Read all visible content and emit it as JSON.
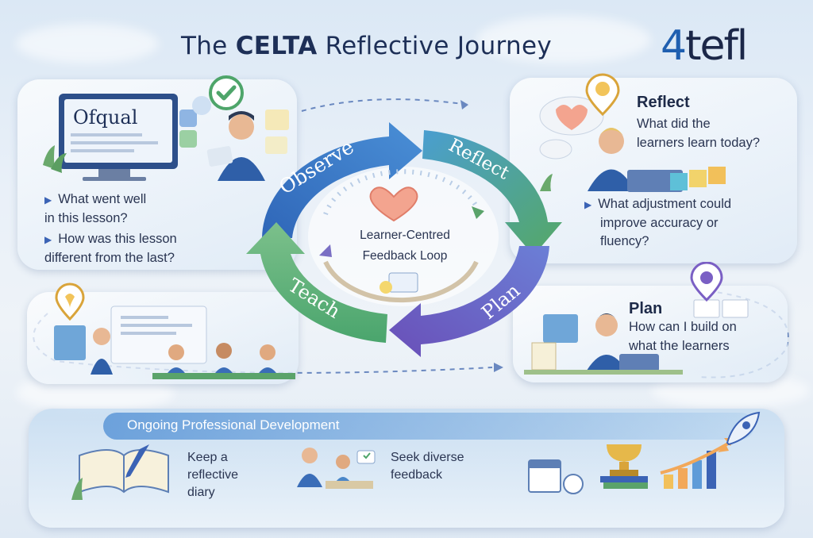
{
  "title": {
    "prefix": "The ",
    "bold": "CELTA",
    "suffix": " Reflective Journey"
  },
  "brand": {
    "four": "4",
    "rest": "tefl"
  },
  "observe_panel": {
    "screen_label": "Ofqual",
    "questions": [
      "What went well",
      "in this lesson?",
      "How was this lesson",
      "different from the last?"
    ]
  },
  "reflect_panel": {
    "heading": "Reflect",
    "lines": [
      "What did the",
      "learners learn today?"
    ],
    "questions": [
      "What adjustment could",
      "improve accuracy or",
      "fluency?"
    ]
  },
  "plan_panel": {
    "heading": "Plan",
    "lines": [
      "How can I build on",
      "what the learners"
    ]
  },
  "cycle": {
    "stages": [
      "Observe",
      "Reflect",
      "Plan",
      "Teach"
    ],
    "center": [
      "Learner-Centred",
      "Feedback Loop"
    ]
  },
  "development": {
    "title": "Ongoing Professional Development",
    "items": [
      [
        "Keep a",
        "reflective",
        "diary"
      ],
      [
        "Seek diverse",
        "feedback"
      ]
    ]
  },
  "colors": {
    "observe": "#3a78c8",
    "reflect": "#4ea56a",
    "plan": "#6d5bc4",
    "teach": "#5fae72",
    "accent": "#1d2f57"
  },
  "icons": [
    "checkmark-icon",
    "lightbulb-icon",
    "pin-icon",
    "heart-icon",
    "rocket-icon",
    "trophy-icon",
    "book-icon"
  ]
}
